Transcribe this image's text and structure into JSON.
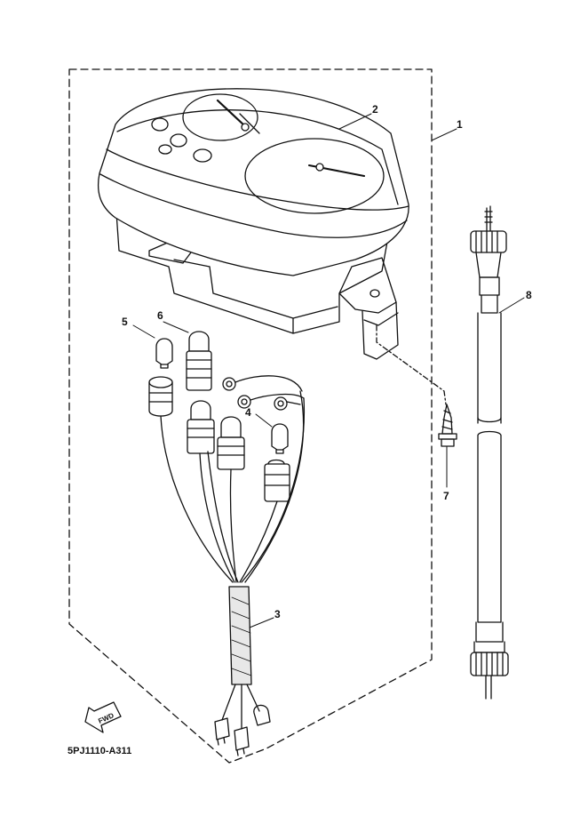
{
  "diagram": {
    "part_code": "5PJ1110-A311",
    "direction_label": "FWD",
    "callouts": [
      "1",
      "2",
      "3",
      "4",
      "5",
      "6",
      "7",
      "8"
    ]
  },
  "colors": {
    "line": "#111111",
    "background": "#ffffff"
  }
}
